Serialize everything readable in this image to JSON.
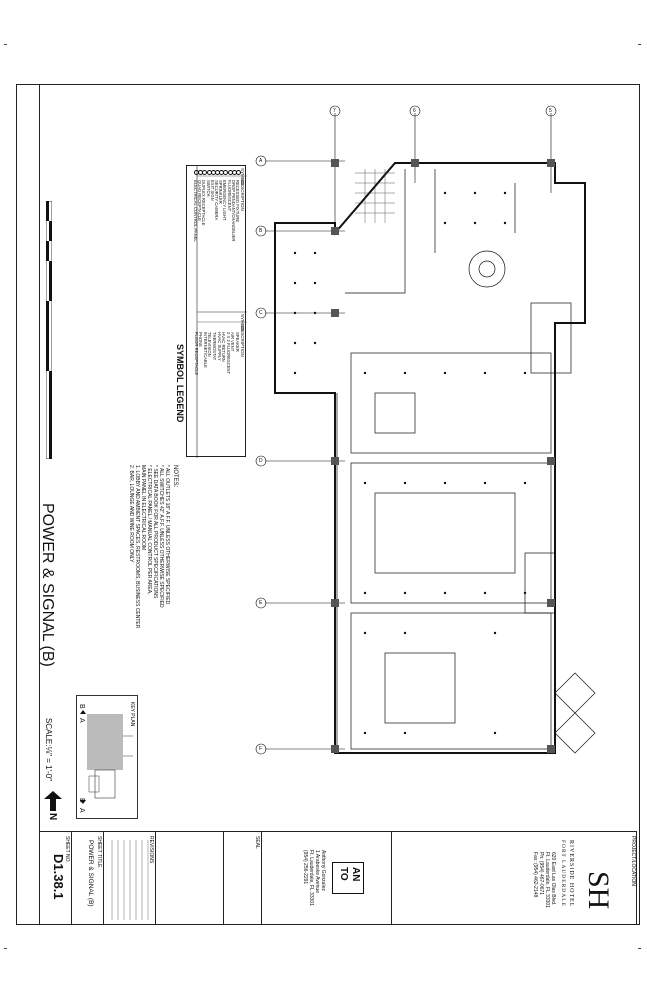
{
  "sheet_title": "POWER & SIGNAL (B)",
  "scale": "SCALE:⅛\" = 1'-0\"",
  "north_label": "N",
  "sheet_number": "D1.38.1",
  "legend": {
    "title": "SYMBOL LEGEND",
    "col_symbol": "SYMBOL",
    "col_description": "DESCRIPTION",
    "left_items": [
      "RECESSED FIXTURE",
      "DROP PENDANT/CHANDELIER",
      "FLUORESCENT",
      "EMERGENCY LIGHT",
      "SPRINKLER",
      "SECURITY CAMERA",
      "EXIT SIGN",
      "SWITCH",
      "DUPLEX RECEPTACLE",
      "QUAD RECEPTACLE",
      "ELECTRICAL CONTROL PANEL"
    ],
    "right_items": [
      "SPEAKER",
      "AIR VENT",
      "2 X 2 FLUORESCENT",
      "HVAC RETURN",
      "HVAC SUPPLY",
      "THERMOSTAT",
      "TELEVISION",
      "INTERNET/CABLE",
      "PHONE",
      "FLOOR RECEPTACLE"
    ]
  },
  "notes": {
    "title": "NOTES:",
    "lines": [
      "* ALL OUTLETS 18\" A.F.F. UNLESS OTHERWISE SPECIFIED",
      "* ALL SWITCHES 42\" A.F.F. UNLESS OTHERWISE SPECIFIED",
      "* SEE DATA BOOK FOR ALL PRODUCT SPECIFICATIONS",
      "* ELECTRICAL PANEL / MANUAL CONTROL PER AREA,",
      "  MAIN PANEL IN ELECTRICAL ROOM",
      "1. LOBBY AND AMBIENT SPACES, RESTROOMS, BUSINESS CENTER",
      "2. BAR, LOUNGE AND WINE ROOM ONLY"
    ]
  },
  "key_plan": {
    "title": "KEY PLAN",
    "section_top": "B",
    "section_top_r": "A",
    "section_bottom": "B",
    "section_bottom_r": "A"
  },
  "gridlines_top": [
    "7",
    "6",
    "5"
  ],
  "gridlines_side": [
    "A",
    "B",
    "C",
    "D",
    "E",
    "F"
  ],
  "titleblock": {
    "project_label": "PROJECT/LOCATION",
    "hotel_name": "RIVERSIDE HOTEL",
    "hotel_city": "FORT LAUDERDALE",
    "address_1": "620 East Las Olas Blvd.",
    "address_2": "Ft. Lauderdale, FL 33301",
    "phone": "Ph: (954) 467-0671",
    "fax": "Fax: (954) 462-2148",
    "architect_initials_1": "AN",
    "architect_initials_2": "TO",
    "architect_name": "Anthony Gonzalez",
    "architect_addr_1": "1 Arabeske Avenue",
    "architect_addr_2": "Ft. Lauderdale, FL 33301",
    "architect_phone": "(954) 256-2291",
    "seal_label": "SEAL",
    "revisions_label": "REVISIONS",
    "sheet_title_label": "SHEET TITLE",
    "sheet_title_value": "POWER & SIGNAL (B)",
    "sheet_no_label": "SHEET NO."
  }
}
